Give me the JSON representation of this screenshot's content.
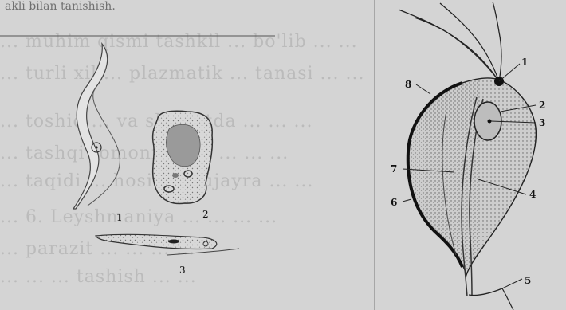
{
  "header_text": "akli bilan tanishish.",
  "bleed_through_lines": [
    "... muhim qismi tashkil ... bo'lib ... ...",
    "... turli xil ... plazmatik ... tanasi ... ...",
    "... toshiq ... va sharoitda ... ... ...",
    "... tashqi tomoni bilan ... ... ...",
    "... taqidi ... hosil ... xujayra ... ...",
    "... 6. Leyshmaniya ... ... ... ...",
    "... parazit ... ... ... ...",
    "... ... ... tashish ... ..."
  ],
  "left_figure": {
    "labels": [
      "1",
      "2",
      "3"
    ]
  },
  "right_figure": {
    "labels": [
      "1",
      "2",
      "3",
      "4",
      "5",
      "6",
      "7",
      "8"
    ]
  }
}
